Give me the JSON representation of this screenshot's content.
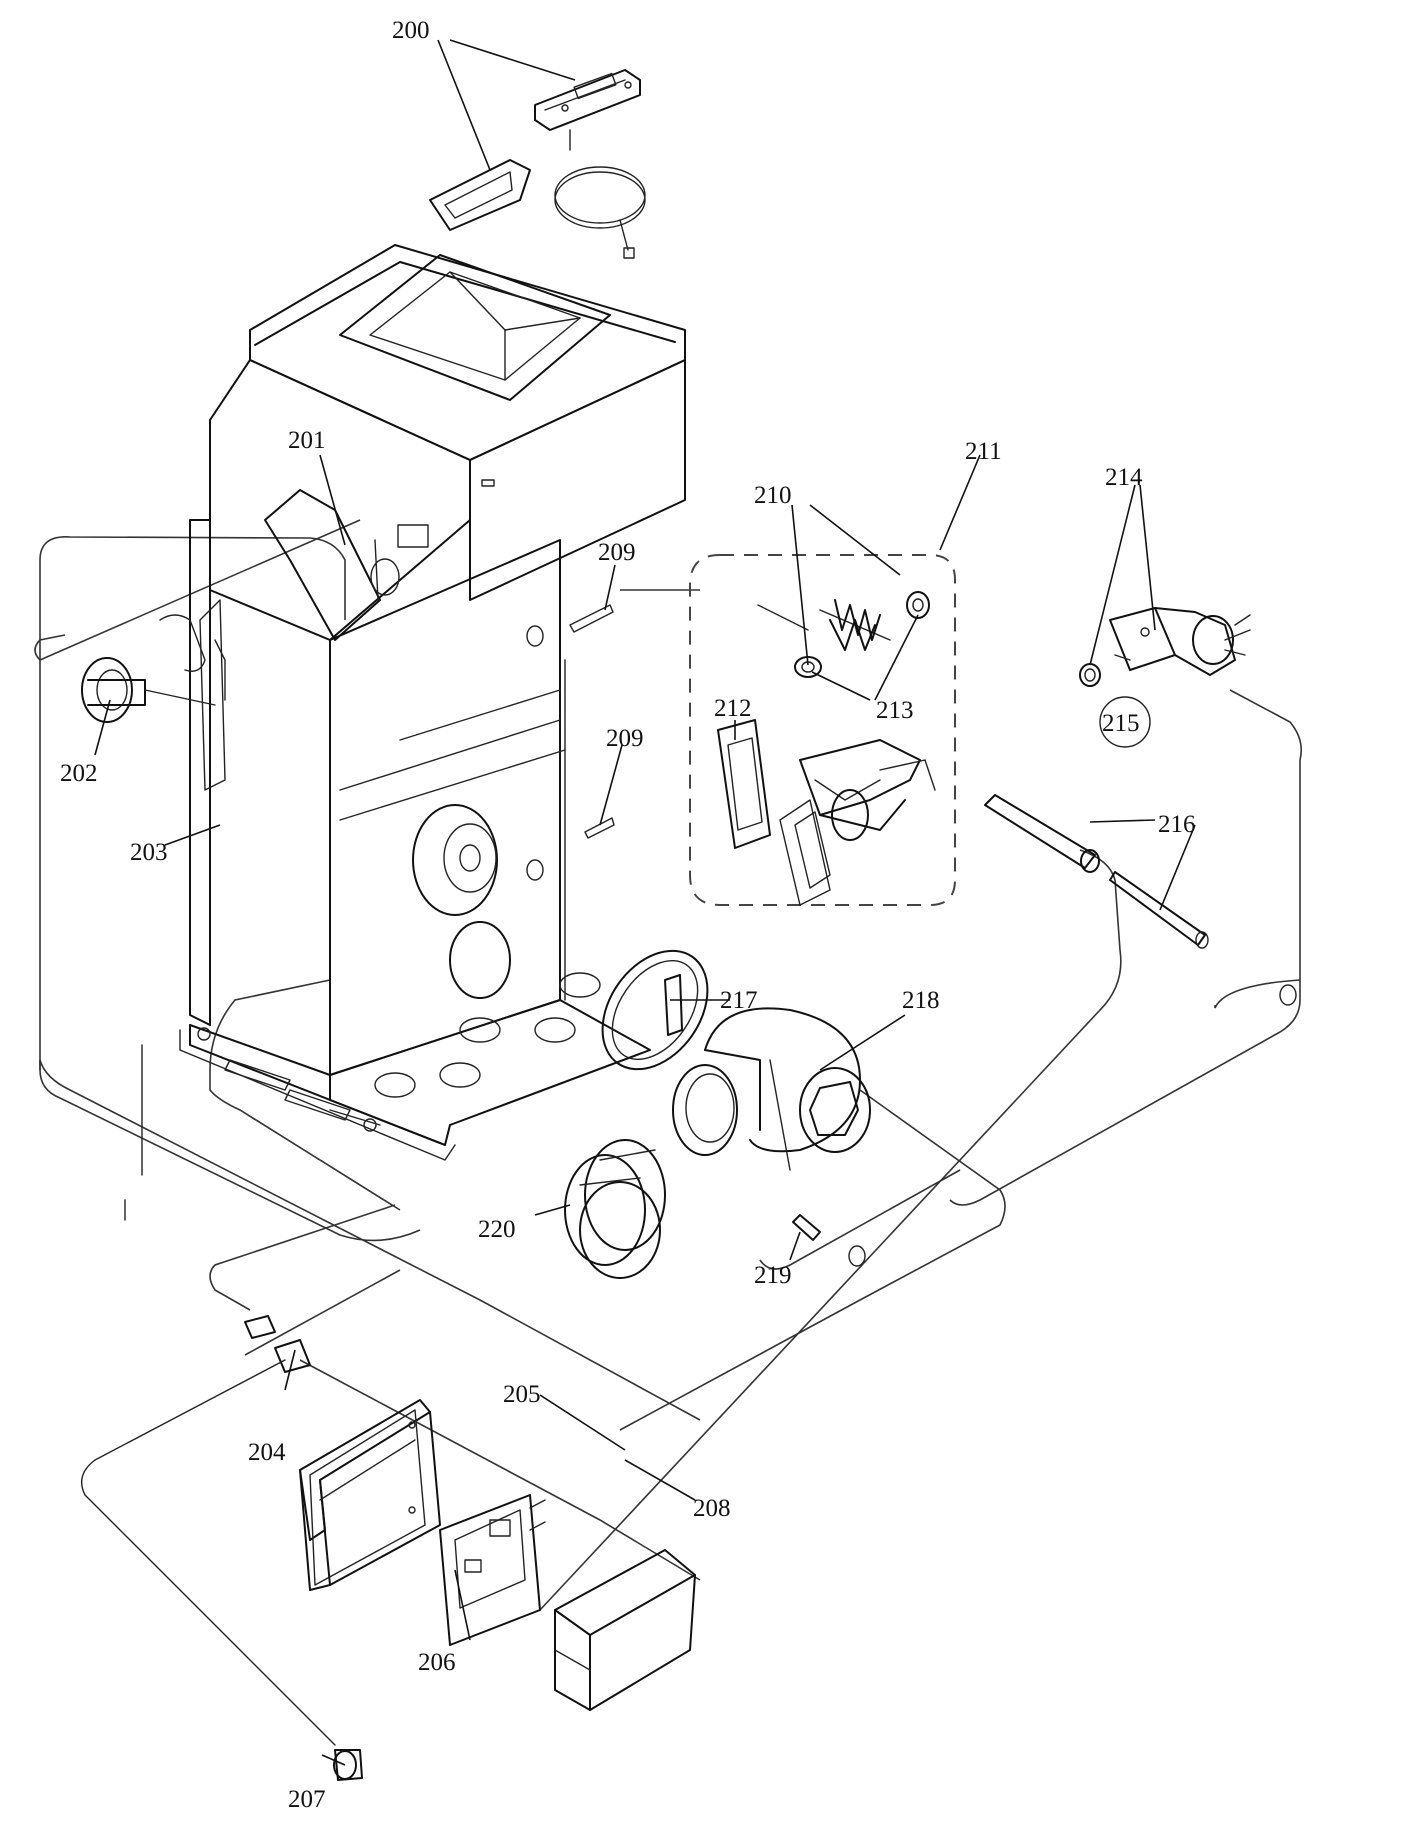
{
  "callouts": {
    "c200": "200",
    "c201": "201",
    "c202": "202",
    "c203": "203",
    "c204": "204",
    "c205": "205",
    "c206": "206",
    "c207": "207",
    "c208": "208",
    "c209a": "209",
    "c209b": "209",
    "c210": "210",
    "c211": "211",
    "c212": "212",
    "c213": "213",
    "c214": "214",
    "c215": "215",
    "c216": "216",
    "c217": "217",
    "c218": "218",
    "c219": "219",
    "c220": "220"
  }
}
